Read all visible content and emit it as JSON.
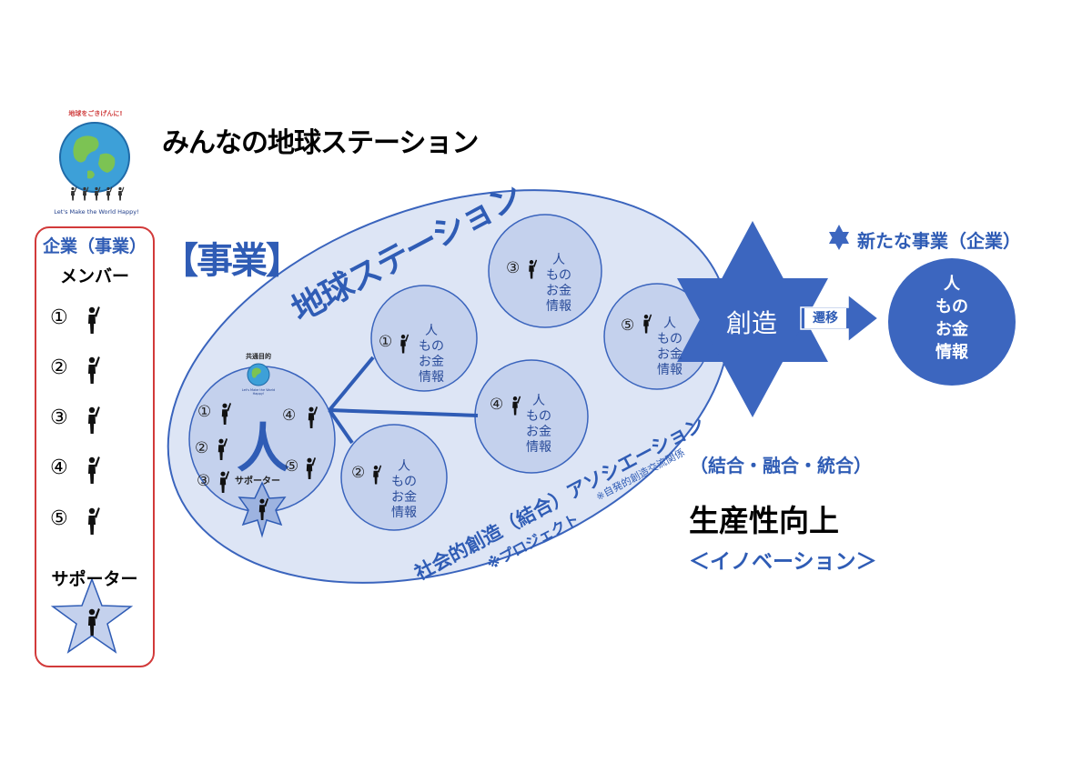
{
  "title": "みんなの地球ステーション",
  "logo": {
    "arc_text": "地球をごきげんに!",
    "tagline": "Let's Make the World Happy!"
  },
  "sidebar": {
    "heading": "企業（事業）",
    "members_label": "メンバー",
    "members": [
      "①",
      "②",
      "③",
      "④",
      "⑤"
    ],
    "supporter_label": "サポーター"
  },
  "business_label": "【事業】",
  "station": {
    "label": "地球ステーション",
    "center": {
      "shared_purpose": "共通目的",
      "mini_logo_tagline": "Let's Make the World Happy!",
      "main_char": "人",
      "supporter": "サポーター",
      "numbers": [
        "①",
        "②",
        "③",
        "④",
        "⑤"
      ]
    },
    "projects": [
      {
        "num": "①",
        "lines": [
          "人",
          "もの",
          "お金",
          "情報"
        ]
      },
      {
        "num": "②",
        "lines": [
          "人",
          "もの",
          "お金",
          "情報"
        ]
      },
      {
        "num": "③",
        "lines": [
          "人",
          "もの",
          "お金",
          "情報"
        ]
      },
      {
        "num": "④",
        "lines": [
          "人",
          "もの",
          "お金",
          "情報"
        ]
      },
      {
        "num": "⑤",
        "lines": [
          "人",
          "もの",
          "お金",
          "情報"
        ]
      }
    ],
    "association": {
      "main": "社会的創造（結合）アソシエーション",
      "sub": "※プロジェクト",
      "note": "※自発的創造交流関係"
    }
  },
  "creation": {
    "star_label": "創造",
    "transition": "遷移",
    "new_business": "新たな事業（企業）",
    "result": [
      "人",
      "もの",
      "お金",
      "情報"
    ]
  },
  "outcome": {
    "combine": "（結合・融合・統合）",
    "productivity": "生産性向上",
    "innovation": "＜イノベーション＞"
  },
  "colors": {
    "brand_blue": "#2f5cb5",
    "ellipse_fill": "#dde5f5",
    "circle_fill": "#c4d1ed",
    "sidebar_border": "#d23a3a"
  }
}
